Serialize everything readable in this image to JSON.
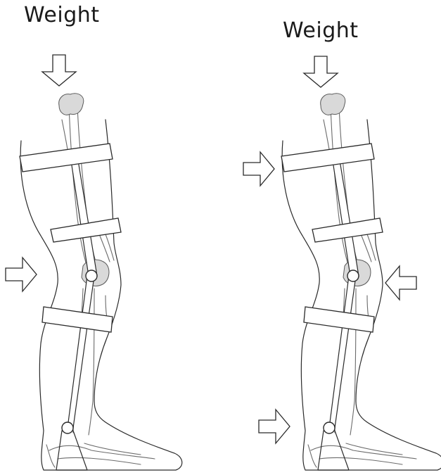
{
  "labels": {
    "left_weight": "Weight",
    "right_weight": "Weight"
  },
  "colors": {
    "line": "#2a2a2a",
    "bone": "#6b6b6b",
    "background": "#ffffff"
  },
  "icons": {
    "force_arrow": "hollow-block-arrow"
  }
}
